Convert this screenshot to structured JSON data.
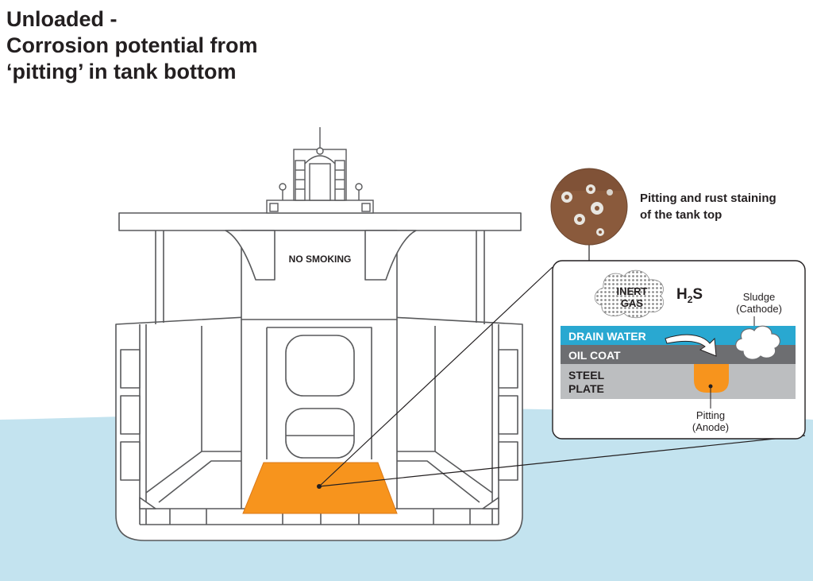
{
  "title": {
    "line1": "Unloaded -",
    "line2": "Corrosion potential from",
    "line3": "‘pitting’ in tank bottom"
  },
  "ship": {
    "sign": "NO SMOKING"
  },
  "photo": {
    "caption_line1": "Pitting and rust staining",
    "caption_line2": "of the tank top"
  },
  "detail": {
    "inert_gas_line1": "INERT",
    "inert_gas_line2": "GAS",
    "h2s_main": "H",
    "h2s_sub": "2",
    "h2s_end": "S",
    "sludge_line1": "Sludge",
    "sludge_line2": "(Cathode)",
    "drain_water": "DRAIN WATER",
    "oil_coat": "OIL COAT",
    "steel_plate_line1": "STEEL",
    "steel_plate_line2": "PLATE",
    "pitting_line1": "Pitting",
    "pitting_line2": "(Anode)"
  },
  "colors": {
    "water": "#c3e3ef",
    "tank_bottom": "#f7941d",
    "drain_water": "#29a8d1",
    "oil_coat": "#6d6e71",
    "steel_plate": "#bcbec0",
    "rust": "#8a5a3c",
    "outline": "#58595b"
  }
}
